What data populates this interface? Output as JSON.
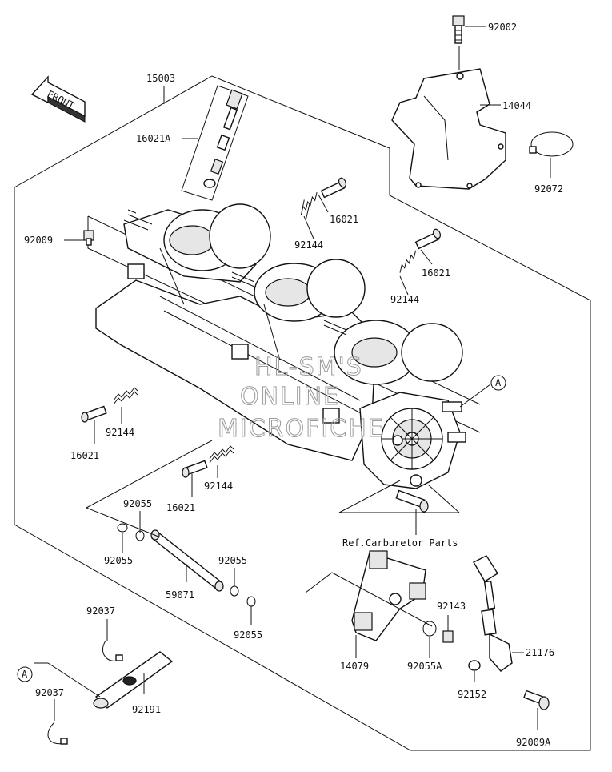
{
  "diagram": {
    "front_label": "FRONT",
    "ref_note": "Ref.Carburetor Parts",
    "callout_letter": "A",
    "watermark": [
      "HL-SM'S",
      "ONLINE",
      "MICROFICHE"
    ],
    "parts": {
      "p15003": "15003",
      "p92002": "92002",
      "p14044": "14044",
      "p92072": "92072",
      "p16021A": "16021A",
      "p92009": "92009",
      "p16021": "16021",
      "p92144": "92144",
      "p92055": "92055",
      "p59071": "59071",
      "p92037": "92037",
      "p92191": "92191",
      "p14079": "14079",
      "p92055A": "92055A",
      "p92143": "92143",
      "p21176": "21176",
      "p92152": "92152",
      "p92009A": "92009A"
    }
  }
}
